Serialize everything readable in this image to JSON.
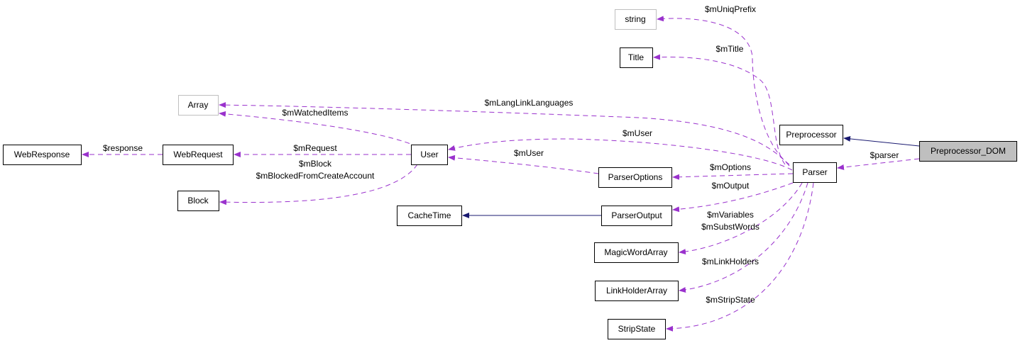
{
  "colors": {
    "usage_edge": "#9a32cd",
    "inheritance_edge": "#191970",
    "current_node_fill": "#bfbfbf",
    "external_node_border": "#bfbfbf"
  },
  "nodes": {
    "string": "string",
    "title": "Title",
    "array": "Array",
    "preprocessor": "Preprocessor",
    "preprocessor_dom": "Preprocessor_DOM",
    "webresponse": "WebResponse",
    "webrequest": "WebRequest",
    "user": "User",
    "parser": "Parser",
    "parseroptions": "ParserOptions",
    "block": "Block",
    "cachetime": "CacheTime",
    "parseroutput": "ParserOutput",
    "magicwordarray": "MagicWordArray",
    "linkholderarray": "LinkHolderArray",
    "stripstate": "StripState"
  },
  "edge_labels": {
    "uniq_prefix": "$mUniqPrefix",
    "title": "$mTitle",
    "lang_link_languages": "$mLangLinkLanguages",
    "watched_items": "$mWatchedItems",
    "parser_user": "$mUser",
    "options_user": "$mUser",
    "response": "$response",
    "request": "$mRequest",
    "block": "$mBlock",
    "blocked_from_create": "$mBlockedFromCreateAccount",
    "parser": "$parser",
    "options": "$mOptions",
    "output": "$mOutput",
    "variables": "$mVariables",
    "subst_words": "$mSubstWords",
    "link_holders": "$mLinkHolders",
    "strip_state": "$mStripState"
  }
}
